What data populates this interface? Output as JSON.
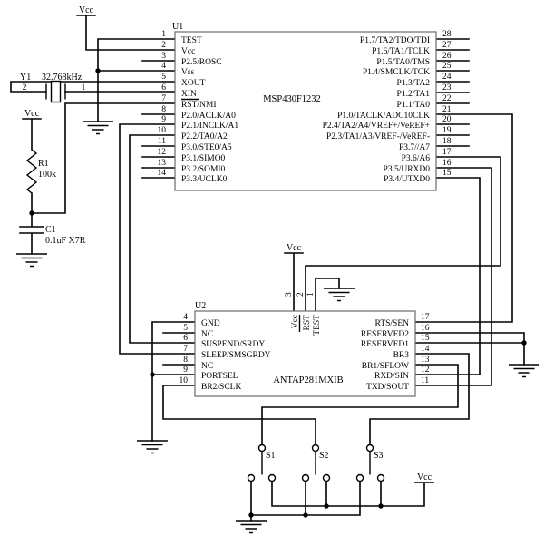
{
  "u1": {
    "ref": "U1",
    "part": "MSP430F1232",
    "left_pins": [
      {
        "num": "1",
        "label": "TEST"
      },
      {
        "num": "2",
        "label": "Vcc"
      },
      {
        "num": "3",
        "label": "P2.5/ROSC"
      },
      {
        "num": "4",
        "label": "Vss"
      },
      {
        "num": "5",
        "label": "XOUT"
      },
      {
        "num": "6",
        "label": "XIN"
      },
      {
        "num": "7",
        "label": "RST/NMI"
      },
      {
        "num": "8",
        "label": "P2.0/ACLK/A0"
      },
      {
        "num": "9",
        "label": "P2.1/INCLK/A1"
      },
      {
        "num": "10",
        "label": "P2.2/TA0/A2"
      },
      {
        "num": "11",
        "label": "P3.0/STE0/A5"
      },
      {
        "num": "12",
        "label": "P3.1/SIMO0"
      },
      {
        "num": "13",
        "label": "P3.2/SOMI0"
      },
      {
        "num": "14",
        "label": "P3.3/UCLK0"
      }
    ],
    "right_pins": [
      {
        "num": "28",
        "label": "P1.7/TA2/TDO/TDI"
      },
      {
        "num": "27",
        "label": "P1.6/TA1/TCLK"
      },
      {
        "num": "26",
        "label": "P1.5/TA0/TMS"
      },
      {
        "num": "25",
        "label": "P1.4/SMCLK/TCK"
      },
      {
        "num": "24",
        "label": "P1.3/TA2"
      },
      {
        "num": "23",
        "label": "P1.2/TA1"
      },
      {
        "num": "22",
        "label": "P1.1/TA0"
      },
      {
        "num": "21",
        "label": "P1.0/TACLK/ADC10CLK"
      },
      {
        "num": "20",
        "label": "P2.4/TA2/A4/VREF+/VeREF+"
      },
      {
        "num": "19",
        "label": "P2.3/TA1/A3/VREF-/VeREF-"
      },
      {
        "num": "18",
        "label": "P3.7//A7"
      },
      {
        "num": "17",
        "label": "P3.6/A6"
      },
      {
        "num": "16",
        "label": "P3.5/URXD0"
      },
      {
        "num": "15",
        "label": "P3.4/UTXD0"
      }
    ]
  },
  "u2": {
    "ref": "U2",
    "part": "ANTAP281MXIB",
    "left_pins": [
      {
        "num": "4",
        "label": "GND"
      },
      {
        "num": "5",
        "label": "NC"
      },
      {
        "num": "6",
        "label": "SUSPEND/SRDY"
      },
      {
        "num": "7",
        "label": "SLEEP/SMSGRDY"
      },
      {
        "num": "8",
        "label": "NC"
      },
      {
        "num": "9",
        "label": "PORTSEL"
      },
      {
        "num": "10",
        "label": "BR2/SCLK"
      }
    ],
    "right_pins": [
      {
        "num": "17",
        "label": "RTS/SEN"
      },
      {
        "num": "16",
        "label": "RESERVED2"
      },
      {
        "num": "15",
        "label": "RESERVED1"
      },
      {
        "num": "14",
        "label": "BR3"
      },
      {
        "num": "13",
        "label": "BR1/SFLOW"
      },
      {
        "num": "12",
        "label": "RXD/SIN"
      },
      {
        "num": "11",
        "label": "TXD/SOUT"
      }
    ],
    "top_pins": [
      {
        "num": "3",
        "label": "Vcc"
      },
      {
        "num": "2",
        "label": "RST"
      },
      {
        "num": "1",
        "label": "TEST"
      }
    ]
  },
  "components": {
    "crystal": {
      "ref": "Y1",
      "value": "32.768kHz",
      "pin_left": "2",
      "pin_right": "1"
    },
    "resistor": {
      "ref": "R1",
      "value": "100k"
    },
    "capacitor": {
      "ref": "C1",
      "value": "0.1uF X7R"
    },
    "switches": [
      {
        "ref": "S1"
      },
      {
        "ref": "S2"
      },
      {
        "ref": "S3"
      }
    ]
  },
  "power": {
    "vcc_label": "Vcc"
  },
  "colors": {
    "wire": "#000000",
    "background": "#ffffff"
  }
}
